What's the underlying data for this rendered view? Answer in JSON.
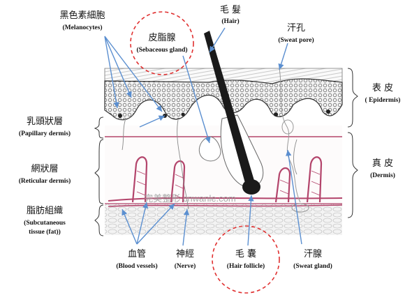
{
  "labels": {
    "melanocytes": {
      "zh": "黑色素細胞",
      "en": "(Melanocytes)"
    },
    "sebaceous_gland": {
      "zh": "皮脂腺",
      "en": "(Sebaceous gland)"
    },
    "hair": {
      "zh": "毛 髮",
      "en": "(Hair)"
    },
    "sweat_pore": {
      "zh": "汗孔",
      "en": "(Sweat pore)"
    },
    "epidermis": {
      "zh": "表 皮",
      "en": "( Epidermis)"
    },
    "papillary_dermis": {
      "zh": "乳頭狀層",
      "en": "(Papillary dermis)"
    },
    "reticular_dermis": {
      "zh": "網狀層",
      "en": "(Reticular dermis)"
    },
    "dermis": {
      "zh": "真 皮",
      "en": "(Dermis)"
    },
    "subcutaneous": {
      "zh": "脂肪組織",
      "en1": "(Subcutaneous",
      "en2": "tissue (fat))"
    },
    "blood_vessels": {
      "zh": "血管",
      "en": "(Blood vessels)"
    },
    "nerve": {
      "zh": "神經",
      "en": "(Nerve)"
    },
    "hair_follicle": {
      "zh": "毛 囊",
      "en": "(Hair follicle)"
    },
    "sweat_gland": {
      "zh": "汗腺",
      "en": "(Sweat gland)"
    }
  },
  "watermark": "完美整形 cnwanle.com",
  "colors": {
    "arrow": "#5b8fd0",
    "vessel": "#b3446b",
    "highlight_circle": "#e03030",
    "hair": "#1a1a1a",
    "epidermis_dots": "#555555"
  }
}
